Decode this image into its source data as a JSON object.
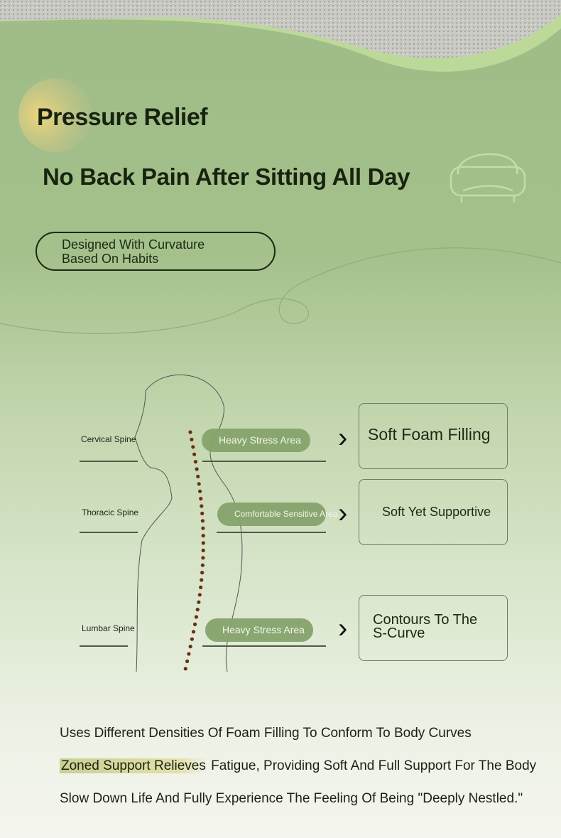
{
  "header": {
    "title": "Pressure Relief",
    "subtitle": "No Back Pain After Sitting All Day",
    "pill_line1": "Designed With Curvature",
    "pill_line2": "Based On Habits"
  },
  "diagram": {
    "spine_labels": [
      "Cervical Spine",
      "Thoracic Spine",
      "Lumbar Spine"
    ],
    "areas": [
      "Heavy Stress Area",
      "Comfortable Sensitive Area",
      "Heavy Stress Area"
    ],
    "features": [
      "Soft Foam Filling",
      "Soft Yet Supportive",
      "Contours To The S-Curve"
    ]
  },
  "body_text": {
    "line1": "Uses Different Densities Of Foam Filling To Conform To Body Curves",
    "line2_highlight": "Zoned Support Relieves",
    "line2_rest": " Fatigue, Providing Soft And Full Support For The Body",
    "line3": "Slow Down Life And Fully Experience The Feeling Of Being \"Deeply Nestled.\""
  },
  "colors": {
    "accent": "#86a46c",
    "spine_dots": "#6b2e12",
    "heading": "#18230f"
  }
}
